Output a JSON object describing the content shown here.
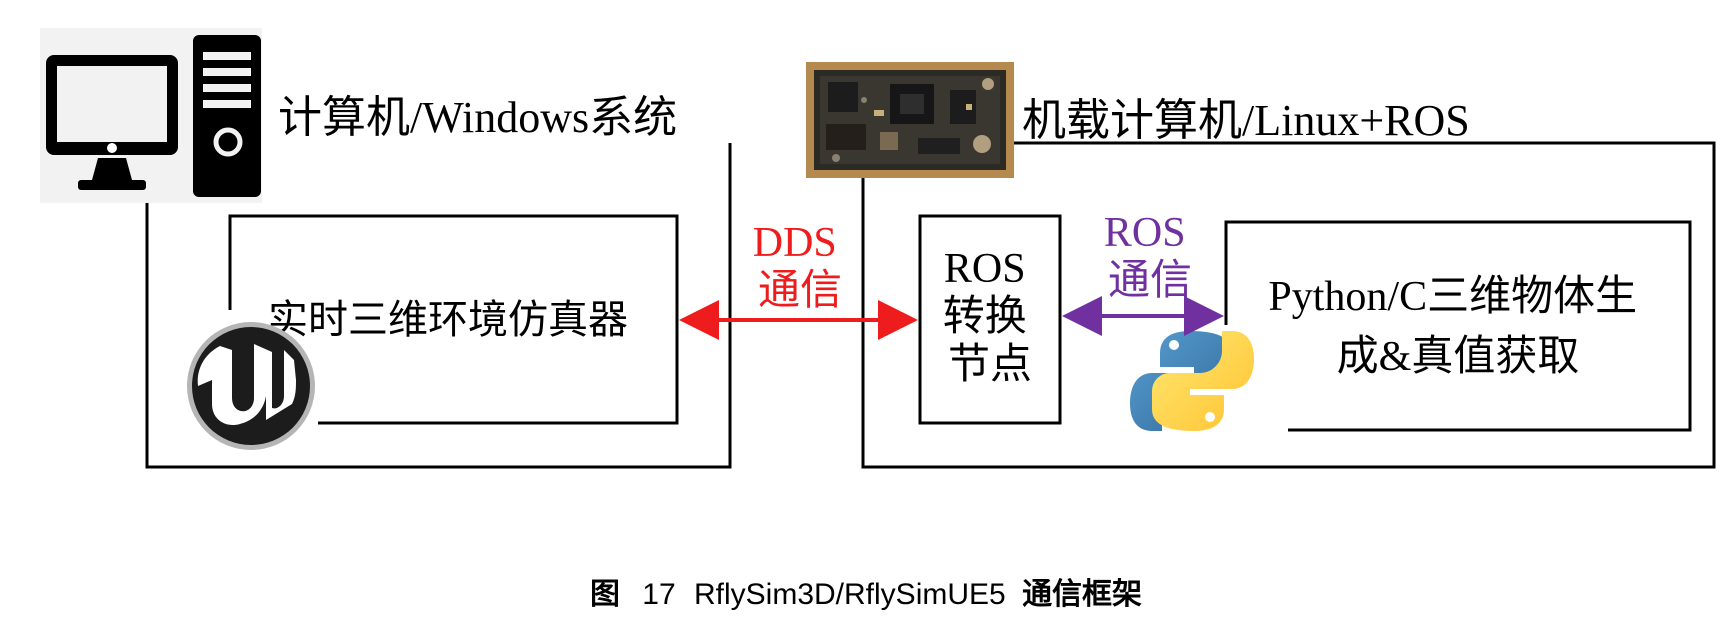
{
  "left_system": {
    "title": "计算机/Windows系统",
    "inner_box_label": "实时三维环境仿真器",
    "computer_icon": "desktop-computer-icon",
    "engine_logo": "unreal-engine-logo"
  },
  "right_system": {
    "title": "机载计算机/Linux+ROS",
    "board_icon": "embedded-board-icon",
    "node_label_lines": [
      "ROS",
      "转换",
      "节点"
    ],
    "python_box_lines": [
      "Python/C三维物体生",
      "成&真值获取"
    ],
    "python_logo": "python-logo"
  },
  "links": {
    "dds": {
      "lines": [
        "DDS",
        "通信"
      ],
      "color": "#ee1c1c"
    },
    "ros": {
      "lines": [
        "ROS",
        "通信"
      ],
      "color": "#7030a0"
    }
  },
  "caption": {
    "prefix": "图",
    "number": "17",
    "name": "RflySim3D/RflySimUE5",
    "suffix": "通信框架"
  }
}
